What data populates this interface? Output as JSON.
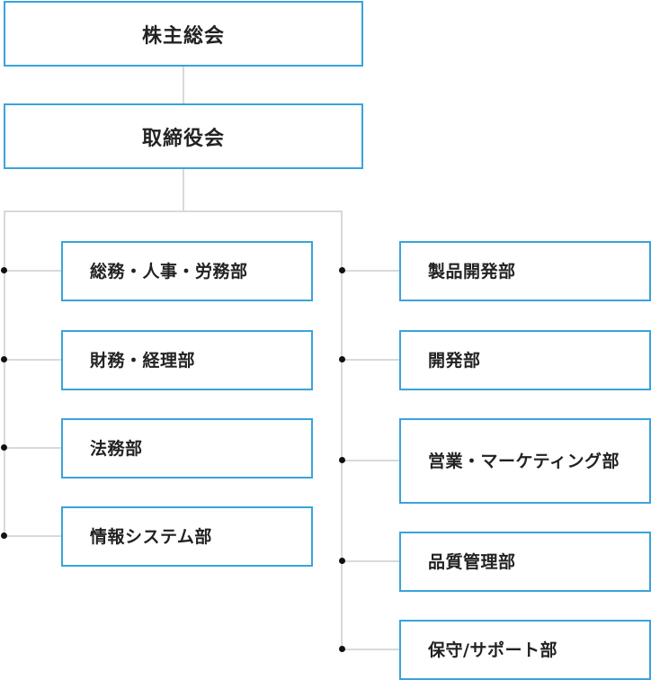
{
  "top_nodes": {
    "shareholders": "株主総会",
    "board": "取締役会"
  },
  "left_departments": [
    "総務・人事・労務部",
    "財務・経理部",
    "法務部",
    "情報システム部"
  ],
  "right_departments": [
    "製品開発部",
    "開発部",
    "営業・マーケティング部",
    "品質管理部",
    "保守/サポート部"
  ],
  "colors": {
    "box_border": "#3aa3db",
    "connector": "#d9d9d9",
    "dot": "#111111"
  }
}
